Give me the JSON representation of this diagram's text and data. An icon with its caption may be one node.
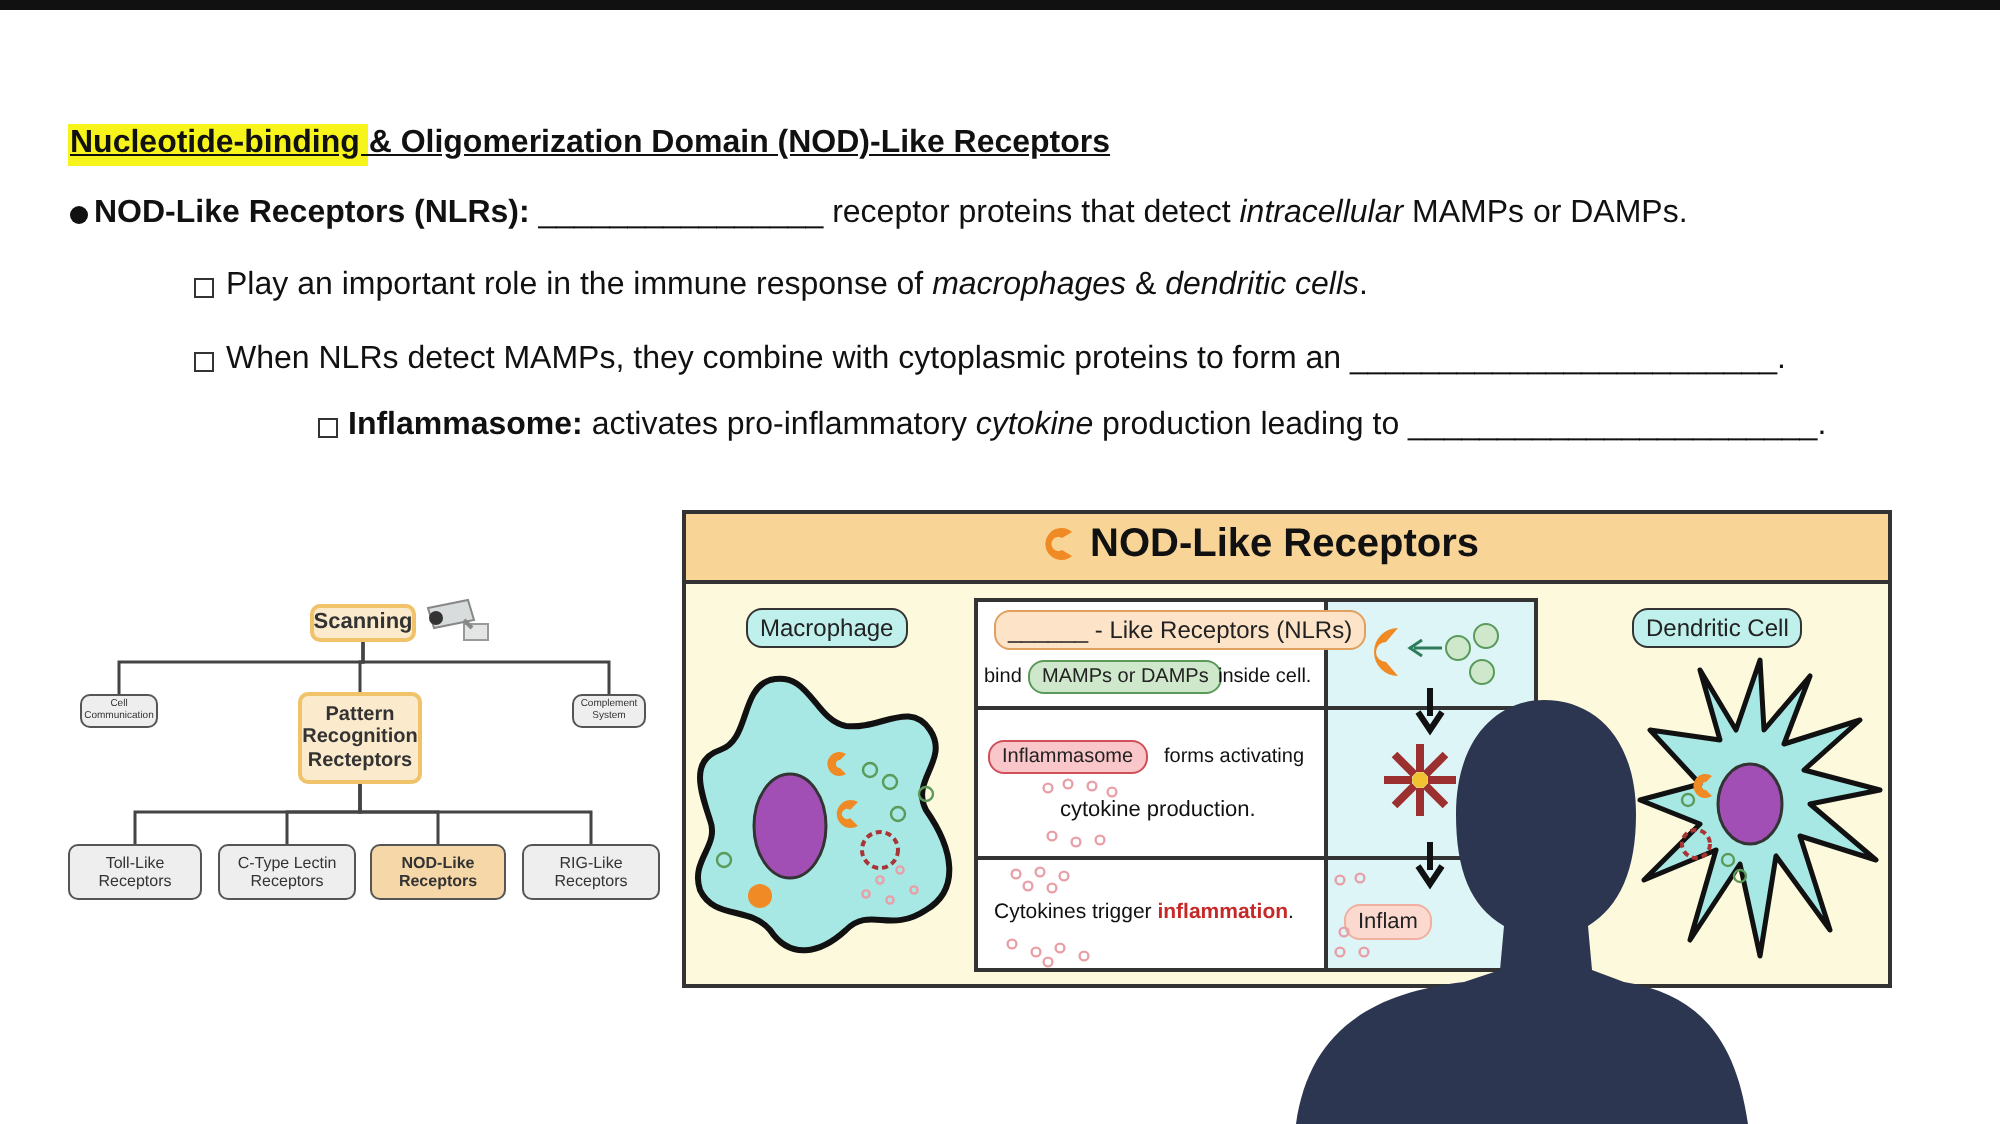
{
  "diagram": {
    "title": "Nucleotide-binding & Oligomerization Domain (NOD)-Like Receptors",
    "nodes": [
      {
        "text": [
          "Scanning"
        ]
      },
      {
        "text": [
          "Cell Communication"
        ]
      },
      {
        "text": [
          "Pattern Recognition Recteptors"
        ]
      },
      {
        "text": [
          "Complement System"
        ]
      },
      {
        "text": [
          "Toll-Like Receptors"
        ]
      },
      {
        "text": [
          "C-Type Lectin Receptors"
        ]
      },
      {
        "text": [
          "NOD-Like Receptors"
        ]
      },
      {
        "text": [
          "RIG-Like Receptors"
        ]
      }
    ],
    "edges": [
      {
        "from": 0,
        "to": 1,
        "arrow": "none"
      },
      {
        "from": 0,
        "to": 2,
        "arrow": "none"
      },
      {
        "from": 0,
        "to": 3,
        "arrow": "none"
      },
      {
        "from": 2,
        "to": 4,
        "arrow": "none"
      },
      {
        "from": 2,
        "to": 5,
        "arrow": "none"
      },
      {
        "from": 2,
        "to": 6,
        "arrow": "none"
      },
      {
        "from": 2,
        "to": 7,
        "arrow": "none"
      }
    ],
    "labels": [
      "**NOD-Like Receptors (NLRs):** ________________ receptor proteins that detect *intracellular* MAMPs or DAMPs.",
      "Play an important role in the immune response of *macrophages* & *dendritic cells*.",
      "When NLRs detect MAMPs, they combine with cytoplasmic proteins to form an ________________________.",
      "**Inflammasome:** activates pro-inflammatory *cytokine* production leading to _______________________.",
      "NOD-Like Receptors",
      "Macrophage",
      "______ - Like Receptors (NLRs)",
      "bind",
      "MAMPs or DAMPs",
      "inside cell.",
      "Inflammasome",
      "forms activating",
      "cytokine production.",
      "Cytokines trigger **inflammation**.",
      "Inflam",
      "Dendritic Cell"
    ]
  }
}
